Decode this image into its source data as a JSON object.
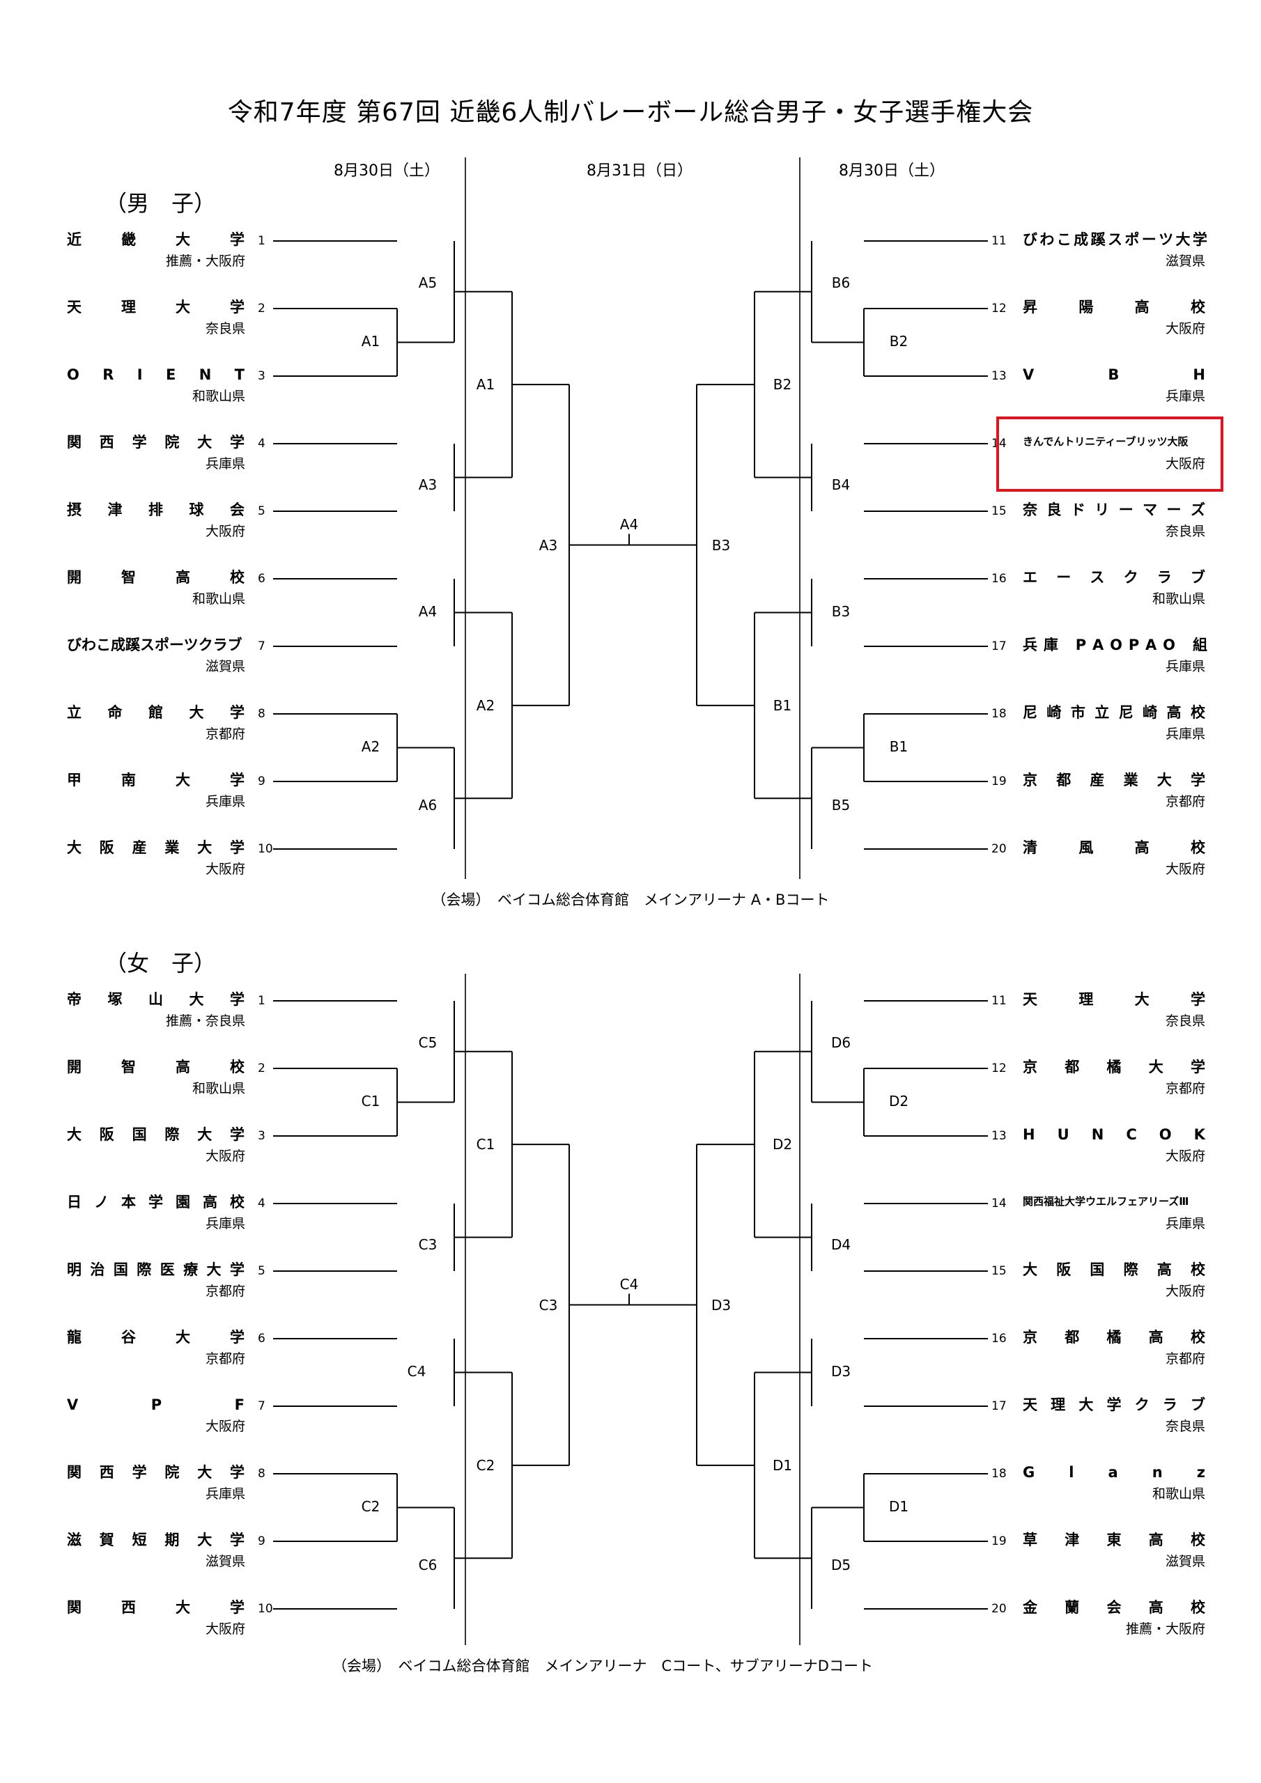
{
  "title": "令和7年度  第67回  近畿6人制バレーボール総合男子・女子選手権大会",
  "dates": {
    "left": "8月30日（土）",
    "center": "8月31日（日）",
    "right": "8月30日（土）"
  },
  "men": {
    "label": "（男　子）",
    "left_teams": [
      {
        "no": "1",
        "name": "近畿大学",
        "pref": "推薦・大阪府"
      },
      {
        "no": "2",
        "name": "天理大学",
        "pref": "奈良県"
      },
      {
        "no": "3",
        "name": "ORIENT",
        "pref": "和歌山県"
      },
      {
        "no": "4",
        "name": "関西学院大学",
        "pref": "兵庫県"
      },
      {
        "no": "5",
        "name": "摂津排球会",
        "pref": "大阪府"
      },
      {
        "no": "6",
        "name": "開智高校",
        "pref": "和歌山県"
      },
      {
        "no": "7",
        "name": "びわこ成蹊スポーツクラブ",
        "pref": "滋賀県"
      },
      {
        "no": "8",
        "name": "立命館大学",
        "pref": "京都府"
      },
      {
        "no": "9",
        "name": "甲南大学",
        "pref": "兵庫県"
      },
      {
        "no": "10",
        "name": "大阪産業大学",
        "pref": "大阪府"
      }
    ],
    "right_teams": [
      {
        "no": "11",
        "name": "びわこ成蹊スポーツ大学",
        "pref": "滋賀県"
      },
      {
        "no": "12",
        "name": "昇陽高校",
        "pref": "大阪府"
      },
      {
        "no": "13",
        "name": "VBH",
        "pref": "兵庫県"
      },
      {
        "no": "14",
        "name": "きんでんトリニティーブリッツ大阪",
        "pref": "大阪府"
      },
      {
        "no": "15",
        "name": "奈良ドリーマーズ",
        "pref": "奈良県"
      },
      {
        "no": "16",
        "name": "エースクラブ",
        "pref": "和歌山県"
      },
      {
        "no": "17",
        "name": "兵庫 PAOPAO 組",
        "pref": "兵庫県"
      },
      {
        "no": "18",
        "name": "尼崎市立尼崎高校",
        "pref": "兵庫県"
      },
      {
        "no": "19",
        "name": "京都産業大学",
        "pref": "京都府"
      },
      {
        "no": "20",
        "name": "清風高校",
        "pref": "大阪府"
      }
    ],
    "matches": [
      "A5",
      "A1",
      "A1",
      "A3",
      "A4",
      "A2",
      "A2",
      "A6",
      "A3",
      "A4",
      "B6",
      "B2",
      "B2",
      "B4",
      "B3",
      "B1",
      "B1",
      "B5",
      "B3"
    ],
    "venue": "（会場）　ベイコム総合体育館　メインアリーナ  A・Bコート"
  },
  "women": {
    "label": "（女　子）",
    "left_teams": [
      {
        "no": "1",
        "name": "帝塚山大学",
        "pref": "推薦・奈良県"
      },
      {
        "no": "2",
        "name": "開智高校",
        "pref": "和歌山県"
      },
      {
        "no": "3",
        "name": "大阪国際大学",
        "pref": "大阪府"
      },
      {
        "no": "4",
        "name": "日ノ本学園高校",
        "pref": "兵庫県"
      },
      {
        "no": "5",
        "name": "明治国際医療大学",
        "pref": "京都府"
      },
      {
        "no": "6",
        "name": "龍谷大学",
        "pref": "京都府"
      },
      {
        "no": "7",
        "name": "VPF",
        "pref": "大阪府"
      },
      {
        "no": "8",
        "name": "関西学院大学",
        "pref": "兵庫県"
      },
      {
        "no": "9",
        "name": "滋賀短期大学",
        "pref": "滋賀県"
      },
      {
        "no": "10",
        "name": "関西大学",
        "pref": "大阪府"
      }
    ],
    "right_teams": [
      {
        "no": "11",
        "name": "天理大学",
        "pref": "奈良県"
      },
      {
        "no": "12",
        "name": "京都橘大学",
        "pref": "京都府"
      },
      {
        "no": "13",
        "name": "HUNCOK",
        "pref": "大阪府"
      },
      {
        "no": "14",
        "name": "関西福祉大学ウエルフェアリーズⅢ",
        "pref": "兵庫県"
      },
      {
        "no": "15",
        "name": "大阪国際高校",
        "pref": "大阪府"
      },
      {
        "no": "16",
        "name": "京都橘高校",
        "pref": "京都府"
      },
      {
        "no": "17",
        "name": "天理大学クラブ",
        "pref": "奈良県"
      },
      {
        "no": "18",
        "name": "Glanz",
        "pref": "和歌山県"
      },
      {
        "no": "19",
        "name": "草津東高校",
        "pref": "滋賀県"
      },
      {
        "no": "20",
        "name": "金蘭会高校",
        "pref": "推薦・大阪府"
      }
    ],
    "matches": [
      "C5",
      "C1",
      "C1",
      "C3",
      "C4",
      "C2",
      "C2",
      "C6",
      "C3",
      "C4",
      "D6",
      "D2",
      "D2",
      "D4",
      "D3",
      "D1",
      "D1",
      "D5",
      "D3"
    ],
    "venue": "（会場）　ベイコム総合体育館　メインアリーナ　Cコート、サブアリーナDコート"
  }
}
